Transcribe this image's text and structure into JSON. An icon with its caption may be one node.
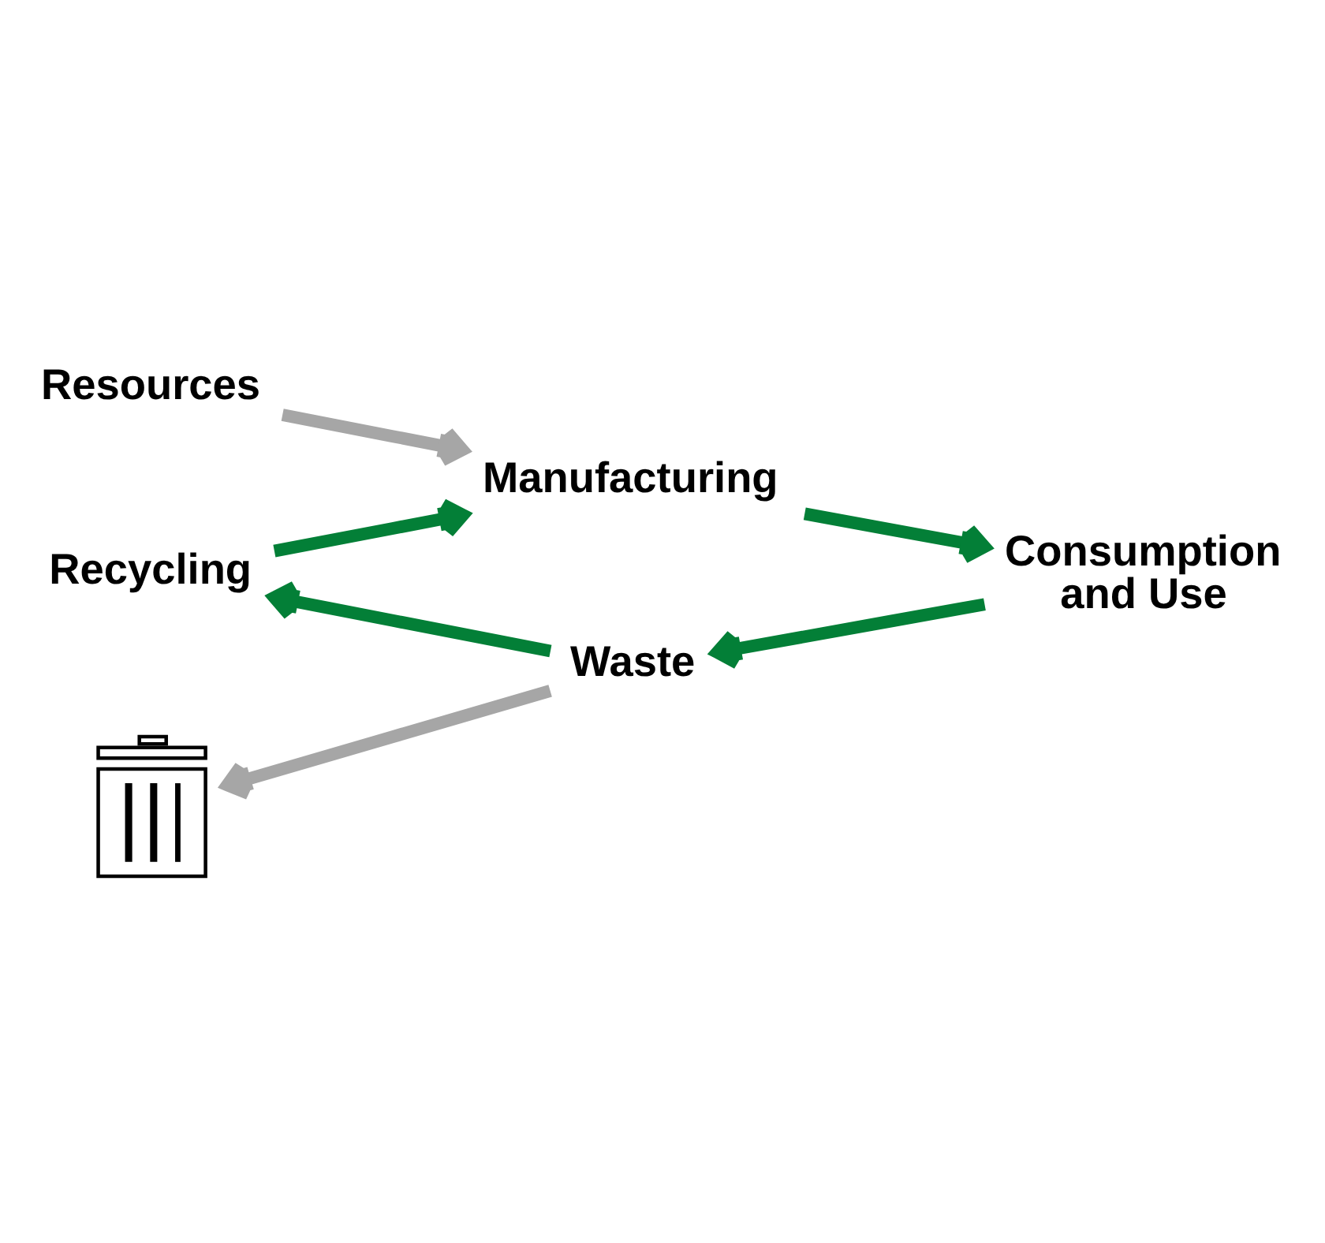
{
  "diagram": {
    "nodes": [
      {
        "text": [
          "Resources"
        ]
      },
      {
        "text": [
          "Manufacturing"
        ]
      },
      {
        "text": [
          "Consumption and Use"
        ]
      },
      {
        "text": [
          "Waste"
        ]
      },
      {
        "text": [
          "Recycling"
        ]
      },
      {
        "text": [],
        "shape": "picture"
      }
    ],
    "edges": [
      {
        "from": 0,
        "to": 1,
        "arrow": "to",
        "color": "#a6a6a6"
      },
      {
        "from": 1,
        "to": 2,
        "arrow": "to"
      },
      {
        "from": 2,
        "to": 3,
        "arrow": "to"
      },
      {
        "from": 3,
        "to": 4,
        "arrow": "to"
      },
      {
        "from": 4,
        "to": 1,
        "arrow": "to"
      },
      {
        "from": 3,
        "to": 5,
        "arrow": "to",
        "color": "#a6a6a6"
      }
    ]
  }
}
